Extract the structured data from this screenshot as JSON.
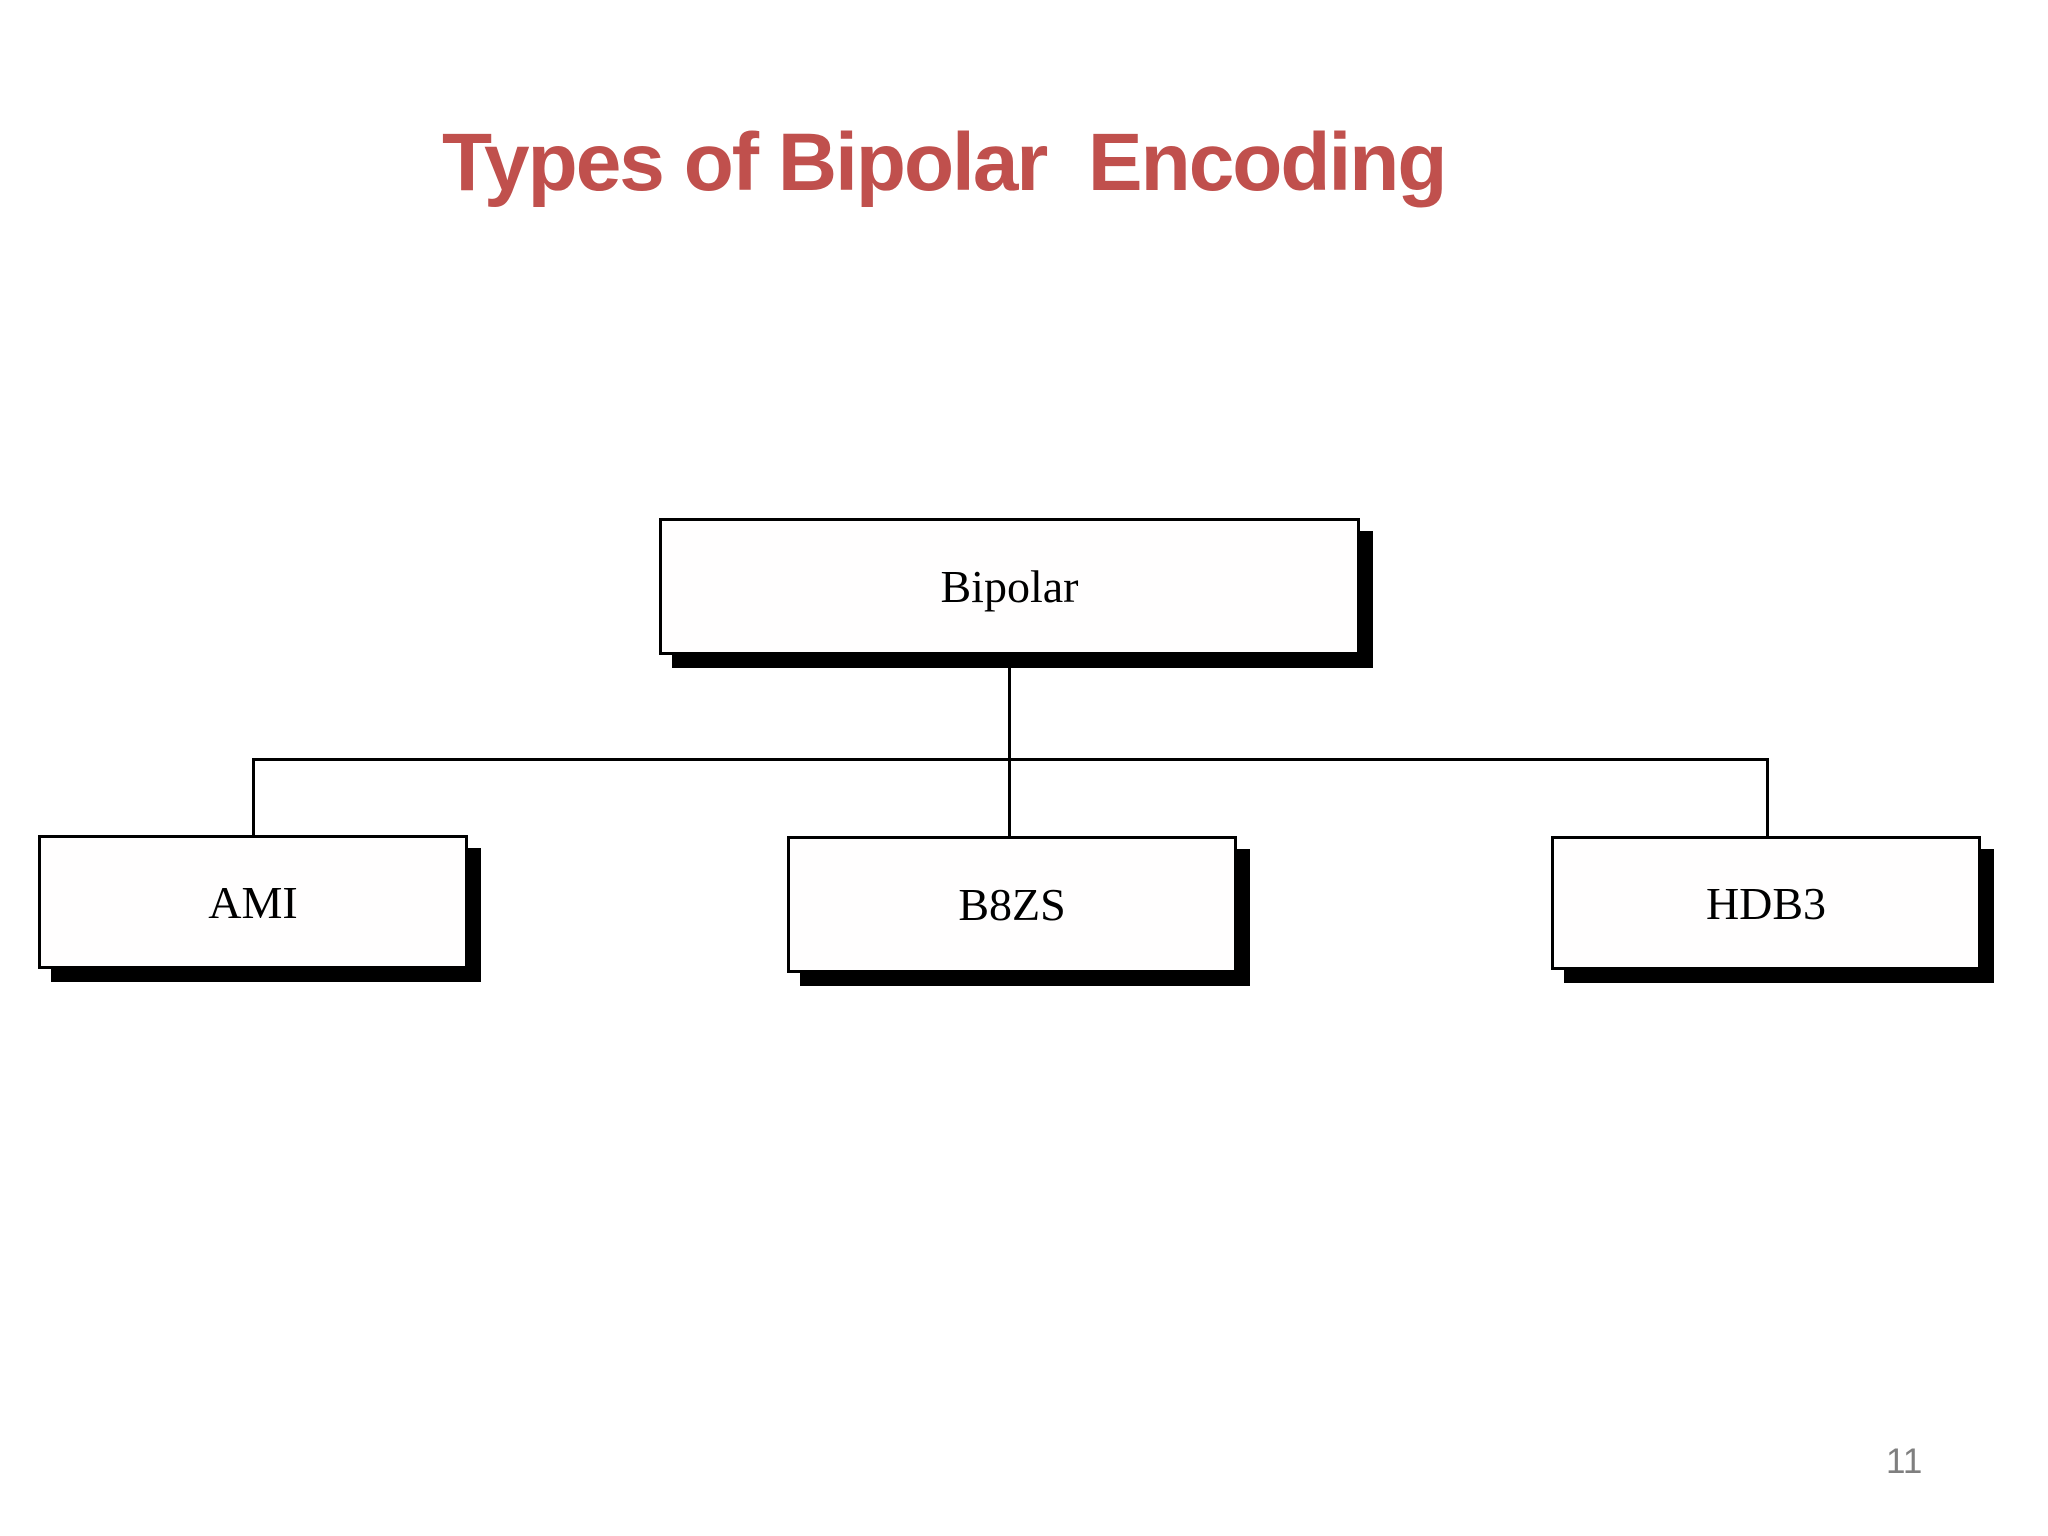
{
  "slide": {
    "title": "Types of Bipolar  Encoding",
    "page_number": "11"
  },
  "diagram": {
    "type": "tree",
    "root": {
      "label": "Bipolar"
    },
    "children": [
      {
        "label": "AMI"
      },
      {
        "label": "B8ZS"
      },
      {
        "label": "HDB3"
      }
    ]
  },
  "colors": {
    "title_text": "#c0504d",
    "page_number_text": "#7f7f7f",
    "box_fill": "#fffefe",
    "box_border": "#000000",
    "box_shadow": "#000000",
    "connector": "#000000",
    "background": "#ffffff"
  }
}
